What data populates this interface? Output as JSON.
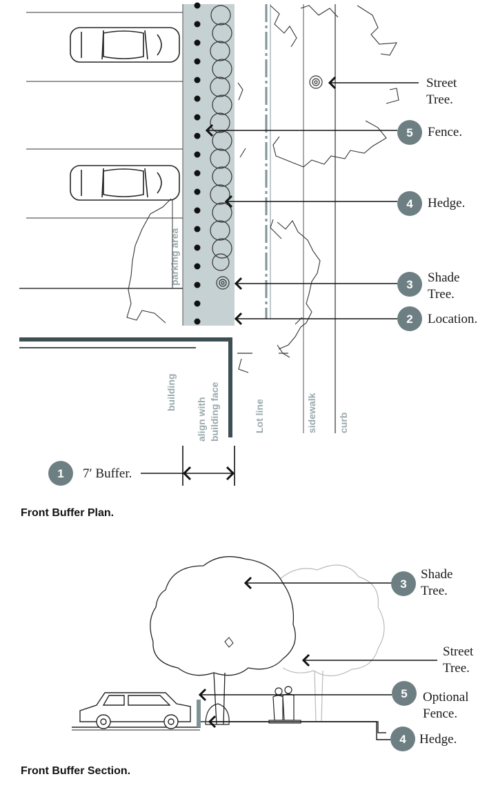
{
  "colors": {
    "buffer_fill": "#c6d1d3",
    "badge": "#6e7f83",
    "label_gray": "#9aa9ad",
    "building": "#3e4f54",
    "lot_line": "#7f9397"
  },
  "plan": {
    "caption": "Front Buffer Plan.",
    "labels": {
      "parking_area": "parking area",
      "building": "building",
      "align_line1": "align with",
      "align_line2": "building face",
      "lot_line": "Lot line",
      "sidewalk": "sidewalk",
      "curb": "curb"
    },
    "callouts": {
      "street_tree": {
        "line1": "Street",
        "line2": "Tree."
      },
      "fence": {
        "number": "5",
        "text": "Fence."
      },
      "hedge": {
        "number": "4",
        "text": "Hedge."
      },
      "shade_tree": {
        "number": "3",
        "line1": "Shade",
        "line2": "Tree."
      },
      "location": {
        "number": "2",
        "text": "Location."
      },
      "buffer": {
        "number": "1",
        "text": "7′ Buffer."
      }
    }
  },
  "section": {
    "caption": "Front Buffer Section.",
    "callouts": {
      "shade_tree": {
        "number": "3",
        "line1": "Shade",
        "line2": "Tree."
      },
      "street_tree": {
        "line1": "Street",
        "line2": "Tree."
      },
      "optional_fence": {
        "number": "5",
        "line1": "Optional",
        "line2": "Fence."
      },
      "hedge": {
        "number": "4",
        "text": "Hedge."
      }
    }
  }
}
